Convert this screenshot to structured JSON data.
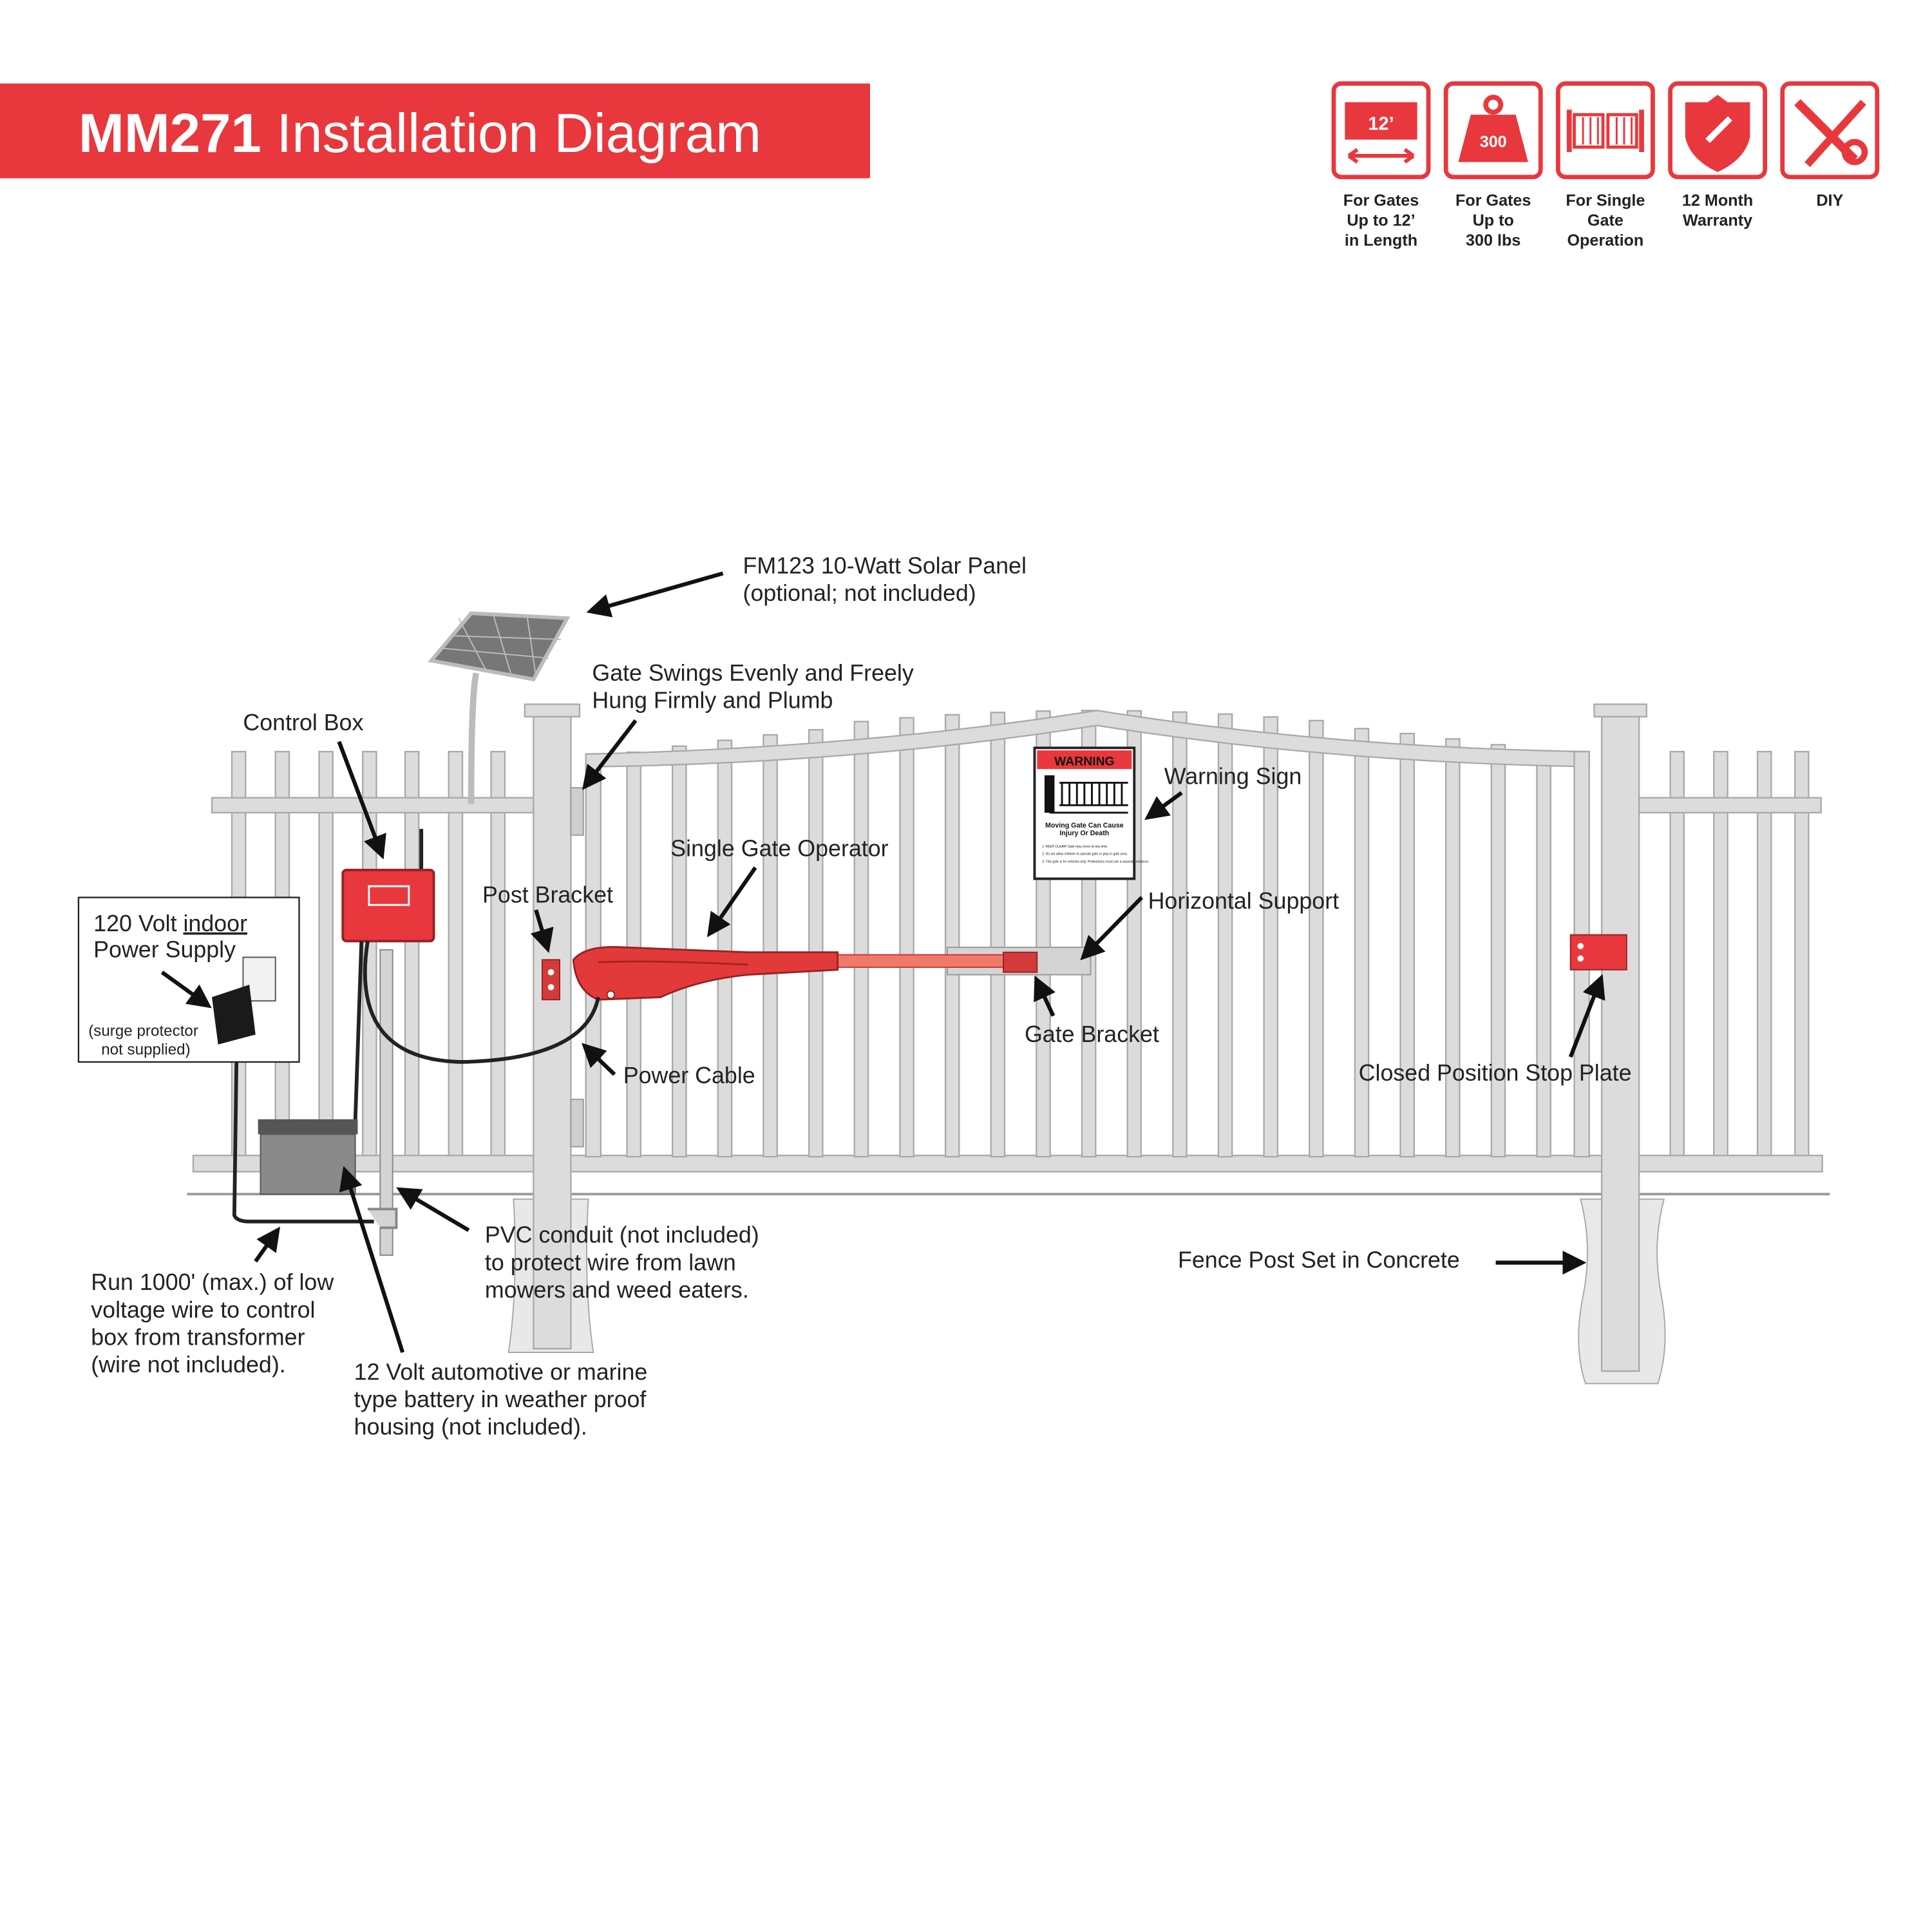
{
  "header": {
    "title_bold": "MM271",
    "title_rest": "Installation Diagram"
  },
  "features": [
    {
      "icon": "gate-length-icon",
      "icon_text": "12’",
      "lines": [
        "For Gates",
        "Up to 12’",
        "in Length"
      ]
    },
    {
      "icon": "weight-icon",
      "icon_text": "300",
      "lines": [
        "For Gates",
        "Up to",
        "300 lbs"
      ]
    },
    {
      "icon": "single-gate-icon",
      "lines": [
        "For Single",
        "Gate",
        "Operation"
      ]
    },
    {
      "icon": "warranty-shield-icon",
      "lines": [
        "12 Month",
        "Warranty"
      ]
    },
    {
      "icon": "tools-icon",
      "lines": [
        "DIY"
      ]
    }
  ],
  "labels": {
    "solar": [
      "FM123 10-Watt Solar Panel",
      "(optional; not included)"
    ],
    "gate_swings": [
      "Gate Swings Evenly and Freely",
      "Hung Firmly and Plumb"
    ],
    "control_box": "Control Box",
    "warning_sign": "Warning Sign",
    "single_gate_operator": "Single Gate Operator",
    "post_bracket": "Post Bracket",
    "horizontal_support": "Horizontal Support",
    "power_supply": {
      "line1_a": "120 Volt ",
      "line1_b": "indoor",
      "line2": "Power Supply",
      "note": [
        "(surge protector",
        "not supplied)"
      ]
    },
    "gate_bracket": "Gate Bracket",
    "power_cable": "Power Cable",
    "stop_plate": "Closed Position Stop Plate",
    "pvc": [
      "PVC conduit (not included)",
      "to protect wire from lawn",
      "mowers and weed eaters."
    ],
    "fence_post": "Fence Post Set in Concrete",
    "run_wire": [
      "Run 1000' (max.) of low",
      "voltage wire to control",
      "box from transformer",
      "(wire not included)."
    ],
    "battery": [
      "12 Volt automotive or marine",
      "type battery in weather proof",
      "housing (not included)."
    ]
  },
  "warning_sign": {
    "heading": "WARNING",
    "title": [
      "Moving Gate Can Cause",
      "Injury Or Death"
    ],
    "items": [
      "1. KEEP CLEAR! Gate may move at any time.",
      "2. Do not allow children to operate gate or play in gate area.",
      "3. This gate is for vehicles only. Pedestrians must use a separate entrance."
    ]
  },
  "colors": {
    "brand_red": "#e8383d",
    "fence": "#dcdcdc"
  }
}
